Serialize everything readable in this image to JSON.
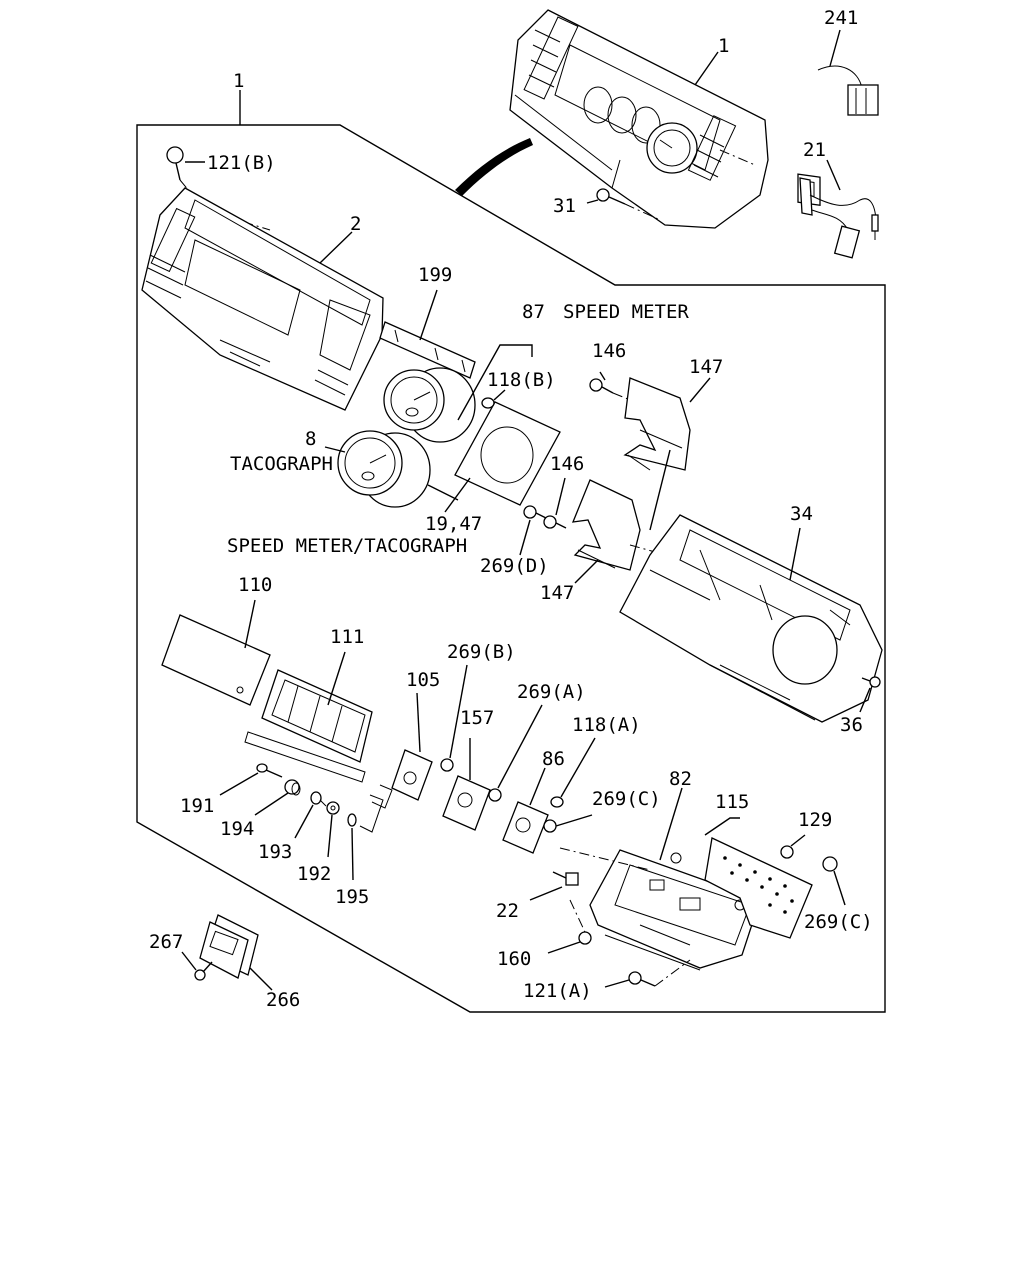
{
  "callouts": {
    "c_1_top": "1",
    "c_241": "241",
    "c_21": "21",
    "c_31": "31",
    "c_1_left": "1",
    "c_121b": "121(B)",
    "c_2": "2",
    "c_199": "199",
    "c_87": "87",
    "speed_meter": "SPEED METER",
    "c_118b": "118(B)",
    "c_146_a": "146",
    "c_147_a": "147",
    "c_8": "8",
    "tacograph": "TACOGRAPH",
    "c_146_b": "146",
    "c_1947": "19,47",
    "speed_meter_tacograph": "SPEED METER/TACOGRAPH",
    "c_269d": "269(D)",
    "c_34": "34",
    "c_147_b": "147",
    "c_110": "110",
    "c_111": "111",
    "c_269b": "269(B)",
    "c_105": "105",
    "c_269a": "269(A)",
    "c_157": "157",
    "c_118a": "118(A)",
    "c_86": "86",
    "c_36": "36",
    "c_82": "82",
    "c_269c_a": "269(C)",
    "c_115": "115",
    "c_129": "129",
    "c_191": "191",
    "c_194": "194",
    "c_193": "193",
    "c_192": "192",
    "c_195": "195",
    "c_22": "22",
    "c_269c_b": "269(C)",
    "c_267": "267",
    "c_160": "160",
    "c_266": "266",
    "c_121a": "121(A)"
  }
}
